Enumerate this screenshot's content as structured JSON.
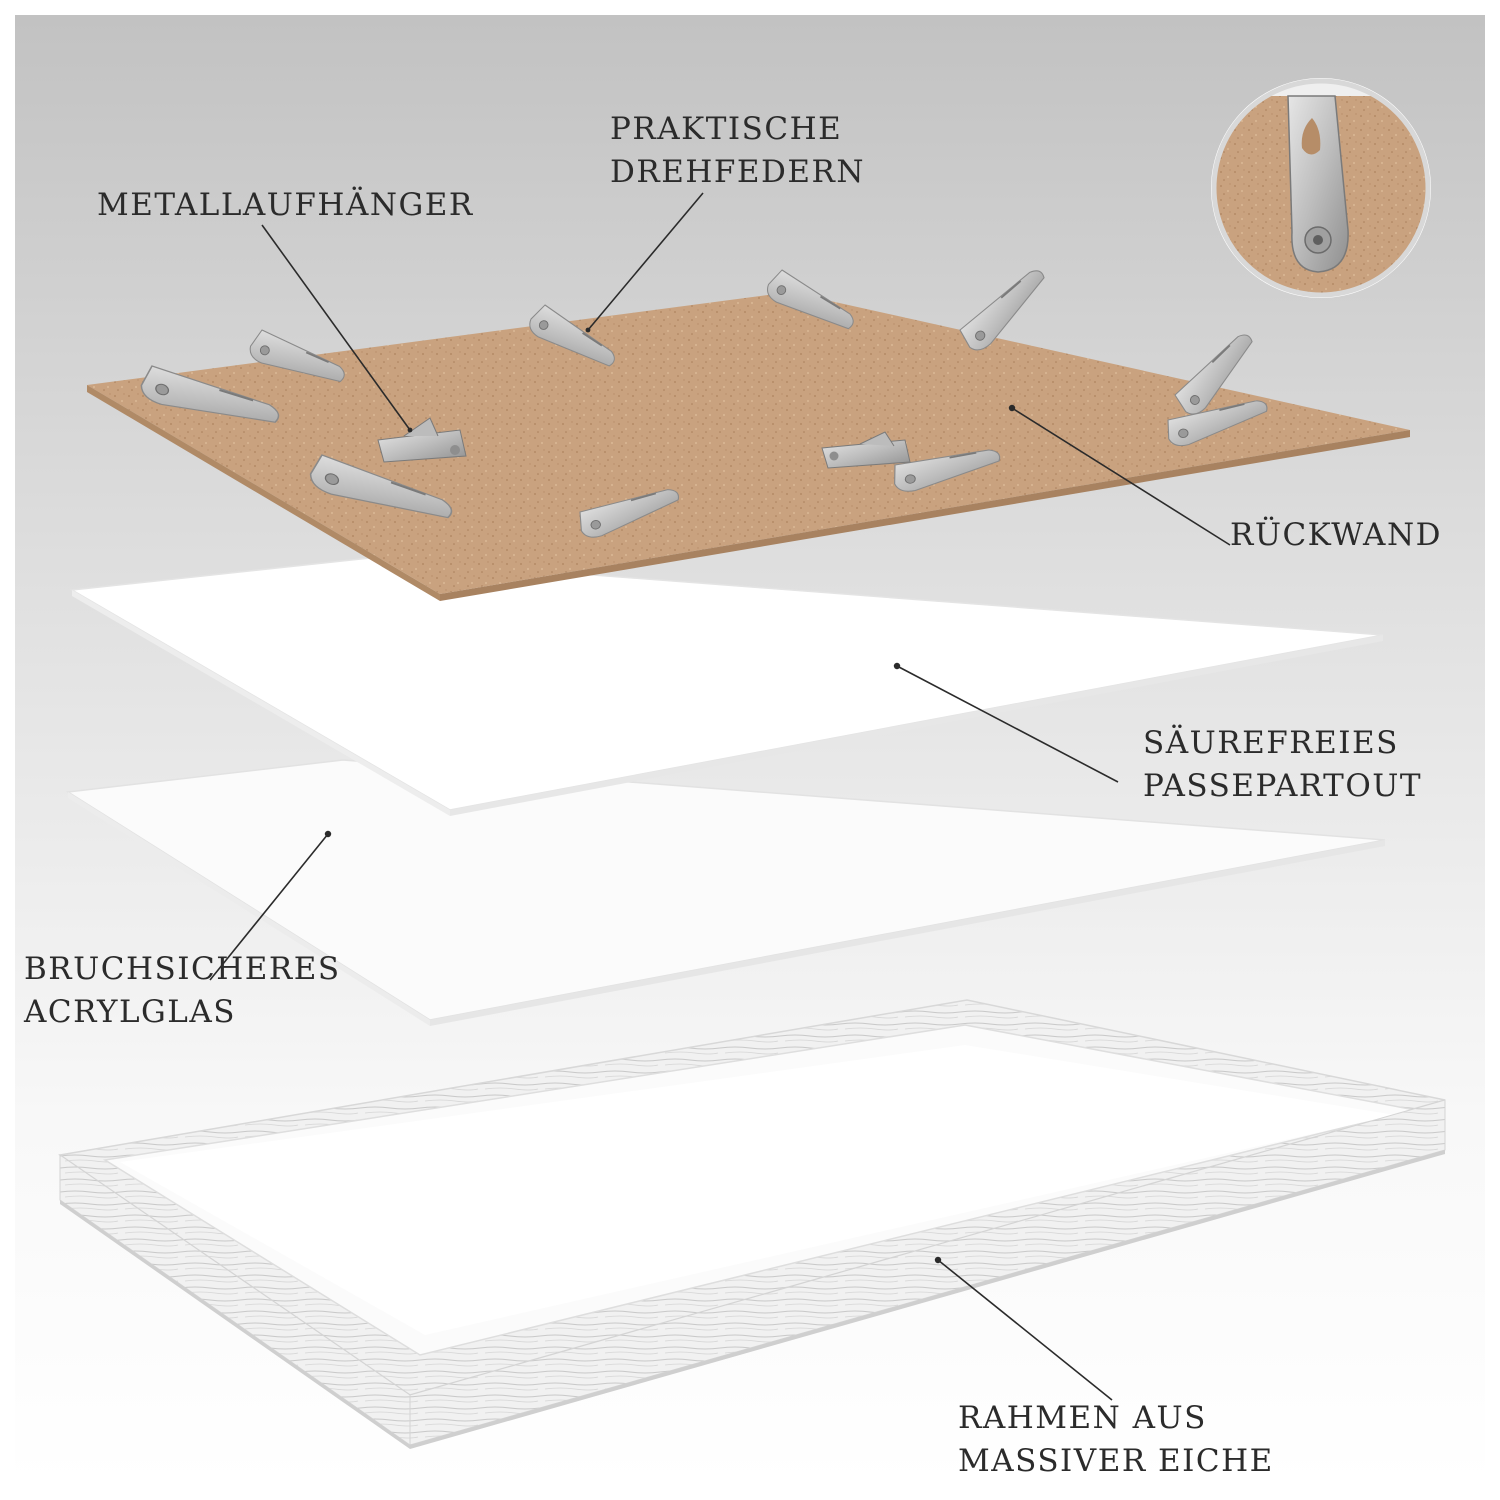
{
  "labels": {
    "drehfedern": [
      "PRAKTISCHE",
      "DREHFEDERN"
    ],
    "metallaufhaenger": [
      "METALLAUFHÄNGER"
    ],
    "rueckwand": [
      "RÜCKWAND"
    ],
    "passepartout": [
      "SÄUREFREIES",
      "PASSEPARTOUT"
    ],
    "acrylglas": [
      "BRUCHSICHERES",
      "ACRYLGLAS"
    ],
    "rahmen": [
      "RAHMEN AUS",
      "MASSIVER EICHE"
    ]
  },
  "colors": {
    "background_top": "#c4c4c4",
    "background_bottom": "#ffffff",
    "backboard": "#c9a27f",
    "clip_metal": "#c8c8c8",
    "frame_wood": "#f2f2f2",
    "leader_line": "#2b2b2b",
    "text": "#2b2b2b"
  },
  "icons": [
    "spring-clip-icon",
    "sawtooth-hanger-icon",
    "hanger-detail-icon"
  ]
}
